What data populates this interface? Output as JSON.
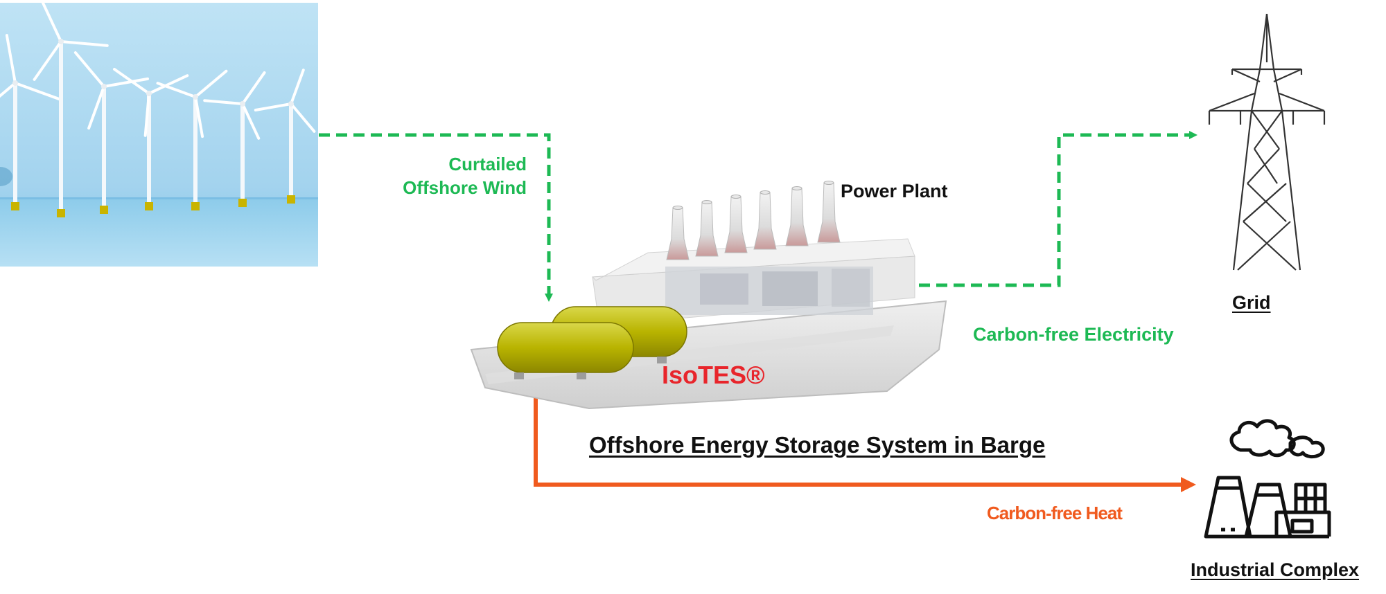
{
  "labels": {
    "curtailed_line1": "Curtailed",
    "curtailed_line2": "Offshore Wind",
    "power_plant": "Power Plant",
    "grid": "Grid",
    "carbon_free_electricity": "Carbon-free Electricity",
    "isotes": "IsoTES®",
    "barge_title": "Offshore Energy Storage System in Barge",
    "carbon_free_heat": "Carbon-free Heat",
    "industrial_complex": "Industrial Complex"
  },
  "colors": {
    "electricity_flow": "#1db954",
    "heat_flow": "#f05a1e",
    "storage_tanks": "#c8c400",
    "isotes_text": "#e8252b",
    "sky": "#a9d7f0"
  },
  "icons": {
    "wind_farm": "offshore-wind-turbines-photo",
    "grid": "transmission-tower-icon",
    "industry": "factory-icon",
    "barge": "barge-power-plant-render"
  }
}
